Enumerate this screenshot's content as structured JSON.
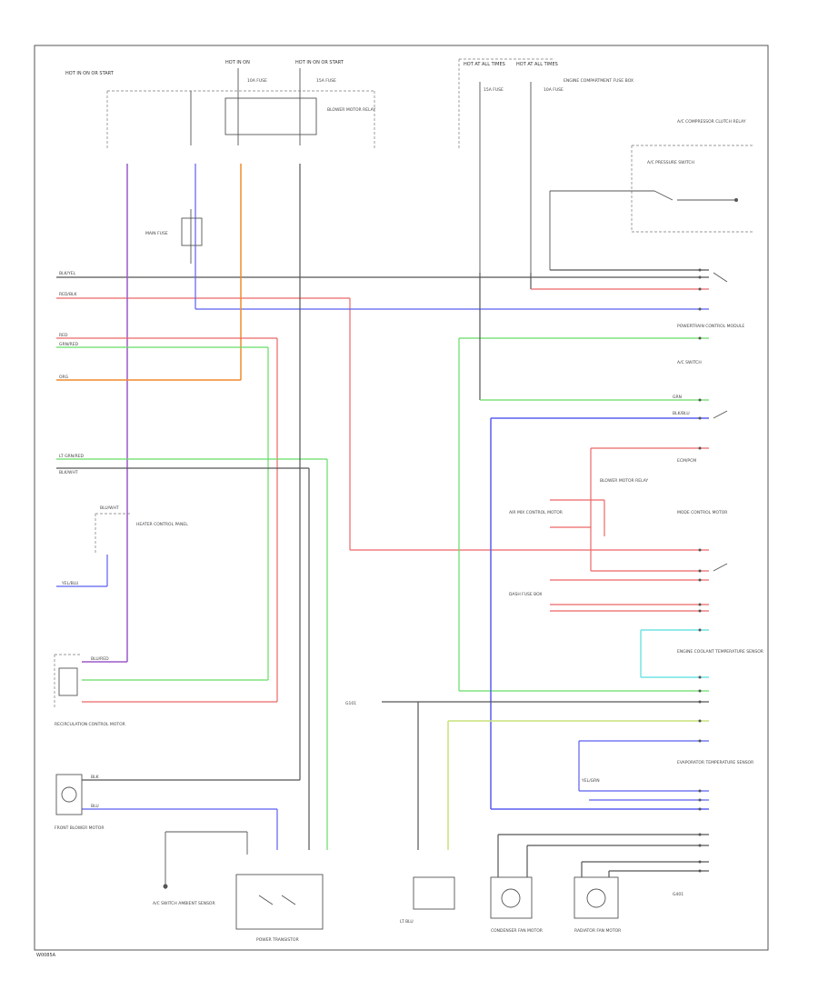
{
  "diagram": {
    "footer_code": "W0085A",
    "colors": {
      "purple": "#9b59c9",
      "orange": "#f08a2c",
      "blue": "#5a5ff0",
      "red": "#ee6666",
      "green": "#66dd66",
      "yellow_green": "#c8e27a",
      "cyan": "#55dddd",
      "gray": "#555555"
    },
    "labels": {
      "hot_top_left": "HOT IN ON OR START",
      "fuse_block_a": "HOT IN ON",
      "fuse_block_b": "HOT IN ON OR START",
      "fuse_block_c": "HOT AT ALL TIMES",
      "fuse_block_d": "HOT AT ALL TIMES",
      "fuse_1": "10A FUSE",
      "fuse_2": "15A FUSE",
      "fuse_3": "15A FUSE",
      "fuse_4": "10A FUSE",
      "dash_fuse_box": "DASH FUSE BOX",
      "hvac_relay": "BLOWER MOTOR RELAY",
      "engine_comp_fuse": "ENGINE COMPARTMENT FUSE BOX",
      "main_fuse": "MAIN FUSE",
      "heater_control": "HEATER CONTROL PANEL",
      "compressor_relay": "A/C COMPRESSOR CLUTCH RELAY",
      "ac_pressure_switch": "A/C PRESSURE SWITCH",
      "blower_motor_relay_label": "BLOWER MOTOR RELAY",
      "ac_switch": "A/C SWITCH",
      "recirc_motor": "RECIRCULATION CONTROL MOTOR",
      "mode_motor": "MODE CONTROL MOTOR",
      "air_mix_motor": "AIR MIX CONTROL MOTOR",
      "front_blower": "FRONT BLOWER MOTOR",
      "ac_switch_ambient": "A/C SWITCH AMBIENT SENSOR",
      "power_transistor": "POWER TRANSISTOR",
      "engine_coolant_sensor": "ENGINE COOLANT TEMPERATURE SENSOR",
      "evap_temp_sensor": "EVAPORATOR TEMPERATURE SENSOR",
      "condenser_fan": "CONDENSER FAN MOTOR",
      "radiator_fan": "RADIATOR FAN MOTOR",
      "pcm": "POWERTRAIN CONTROL MODULE",
      "ecm_connector": "ECM/PCM",
      "ground_g1": "G401",
      "ground_g2": "G101",
      "wire_blk_yel": "BLK/YEL",
      "wire_yel_blu": "YEL/BLU",
      "wire_blu_red": "BLU/RED",
      "wire_red_blk": "RED/BLK",
      "wire_grn_red": "GRN/RED",
      "wire_org": "ORG",
      "wire_lt_grn": "LT GRN/RED",
      "wire_blu_wht": "BLU/WHT",
      "wire_blk": "BLK",
      "wire_red": "RED",
      "wire_blu": "BLU",
      "wire_grn": "GRN",
      "wire_yel_grn": "YEL/GRN",
      "wire_lt_blu": "LT BLU",
      "wire_blk_wht": "BLK/WHT",
      "wire_blk_blu": "BLK/BLU"
    }
  }
}
